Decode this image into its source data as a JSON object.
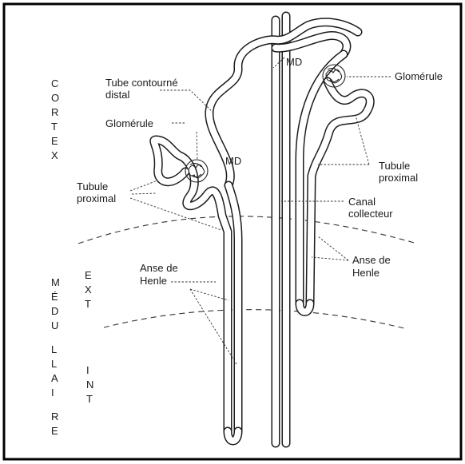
{
  "zones": {
    "cortex_letters": [
      "C",
      "O",
      "R",
      "T",
      "E",
      "X"
    ],
    "medullaire_letters": [
      "M",
      "É",
      "D",
      "U",
      "L",
      "L",
      "A",
      "I",
      "R",
      "E"
    ],
    "ext_letters": [
      "E",
      "X",
      "T"
    ],
    "int_letters": [
      "I",
      "N",
      "T"
    ]
  },
  "labels": {
    "tube_contourne_line1": "Tube contourné",
    "tube_contourne_line2": "distal",
    "glomerule_left": "Glomérule",
    "glomerule_right": "Glomérule",
    "md_left": "MD",
    "md_right": "MD",
    "tubule_proximal_left_line1": "Tubule",
    "tubule_proximal_left_line2": "proximal",
    "tubule_proximal_right_line1": "Tubule",
    "tubule_proximal_right_line2": "proximal",
    "canal_line1": "Canal",
    "canal_line2": "collecteur",
    "anse_left_line1": "Anse de",
    "anse_left_line2": "Henle",
    "anse_right_line1": "Anse de",
    "anse_right_line2": "Henle"
  }
}
